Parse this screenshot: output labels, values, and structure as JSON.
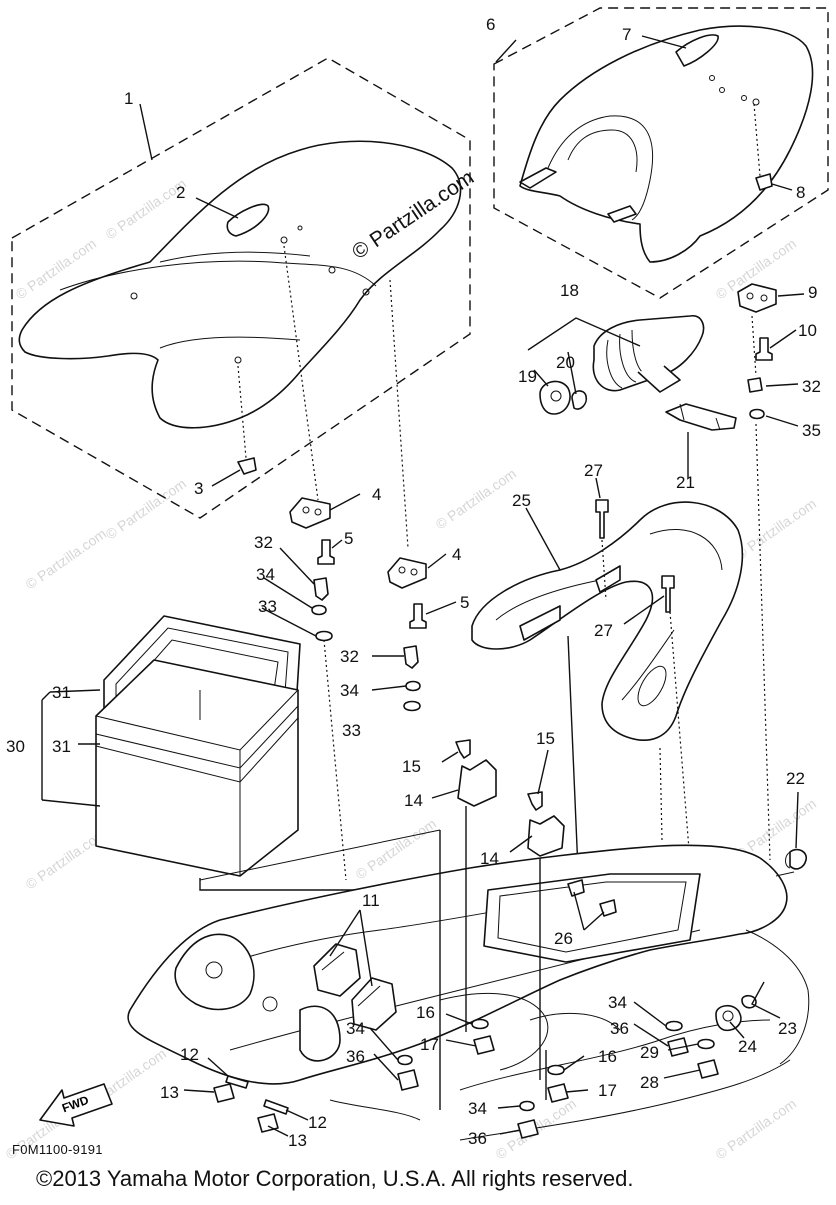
{
  "diagram": {
    "code": "F0M1100-9191",
    "copyright": "©2013 Yamaha Motor Corporation, U.S.A. All rights reserved.",
    "center_watermark": "© Partzilla.com",
    "repeat_watermark": "© Partzilla.com",
    "fwd_label": "FWD",
    "callouts": [
      "1",
      "2",
      "3",
      "4",
      "5",
      "32",
      "34",
      "33",
      "4",
      "5",
      "32",
      "34",
      "33",
      "31",
      "30",
      "31",
      "6",
      "7",
      "8",
      "9",
      "10",
      "32",
      "35",
      "18",
      "20",
      "19",
      "21",
      "27",
      "25",
      "27",
      "15",
      "14",
      "15",
      "14",
      "22",
      "26",
      "11",
      "16",
      "17",
      "34",
      "36",
      "12",
      "13",
      "12",
      "13",
      "34",
      "36",
      "29",
      "28",
      "24",
      "23",
      "16",
      "17",
      "34",
      "36"
    ]
  }
}
